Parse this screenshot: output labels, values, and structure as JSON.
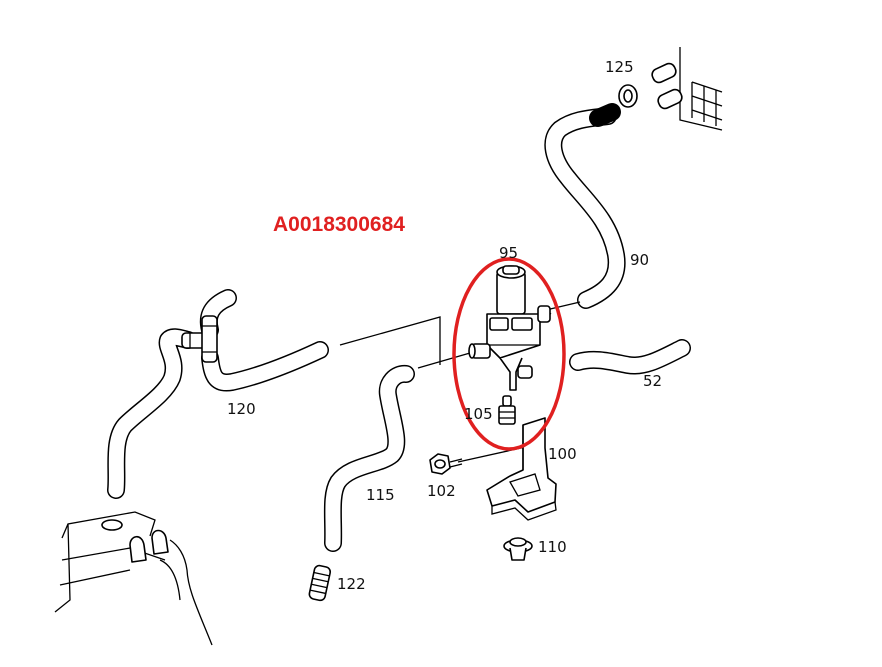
{
  "part_number": "A0018300684",
  "highlight_color": "#e02020",
  "callouts": {
    "c125": "125",
    "c95": "95",
    "c90": "90",
    "c52": "52",
    "c120": "120",
    "c105": "105",
    "c100": "100",
    "c102": "102",
    "c115": "115",
    "c110": "110",
    "c122": "122"
  }
}
